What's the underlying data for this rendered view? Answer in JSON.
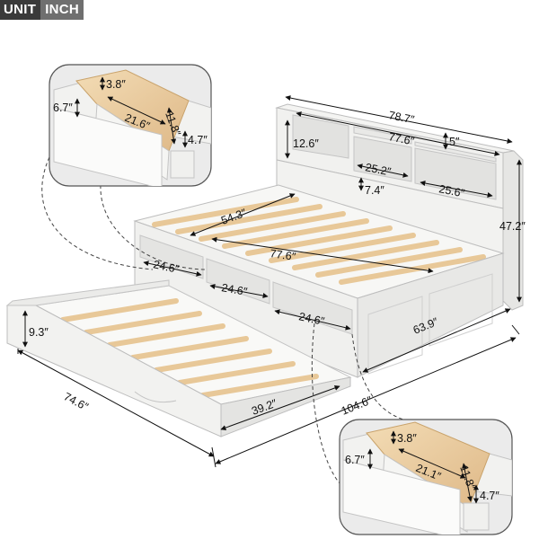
{
  "unit": {
    "word": "UNIT",
    "value": "INCH"
  },
  "dims": {
    "headboard_width": "78.7″",
    "headboard_inner": "77.6″",
    "shelf_height": "12.6″",
    "shelf_depth": "5″",
    "center_shelf": "25.2″",
    "center_shelf_h": "7.4″",
    "right_shelf": "25.6″",
    "total_height": "47.2″",
    "inner_width": "54.3″",
    "inner_length": "77.6″",
    "drawer1": "24.6″",
    "drawer2": "24.6″",
    "drawer3": "24.6″",
    "bed_depth": "63.9″",
    "trundle_height": "9.3″",
    "trundle_length": "74.6″",
    "trundle_width": "39.2″",
    "overall_length": "104.6″"
  },
  "drawer_detail_top": {
    "a": "3.8″",
    "b": "6.7″",
    "c": "21.6″",
    "d": "11.8″",
    "e": "4.7″"
  },
  "drawer_detail_bottom": {
    "a": "3.8″",
    "b": "6.7″",
    "c": "21.1″",
    "d": "11.8″",
    "e": "4.7″"
  }
}
